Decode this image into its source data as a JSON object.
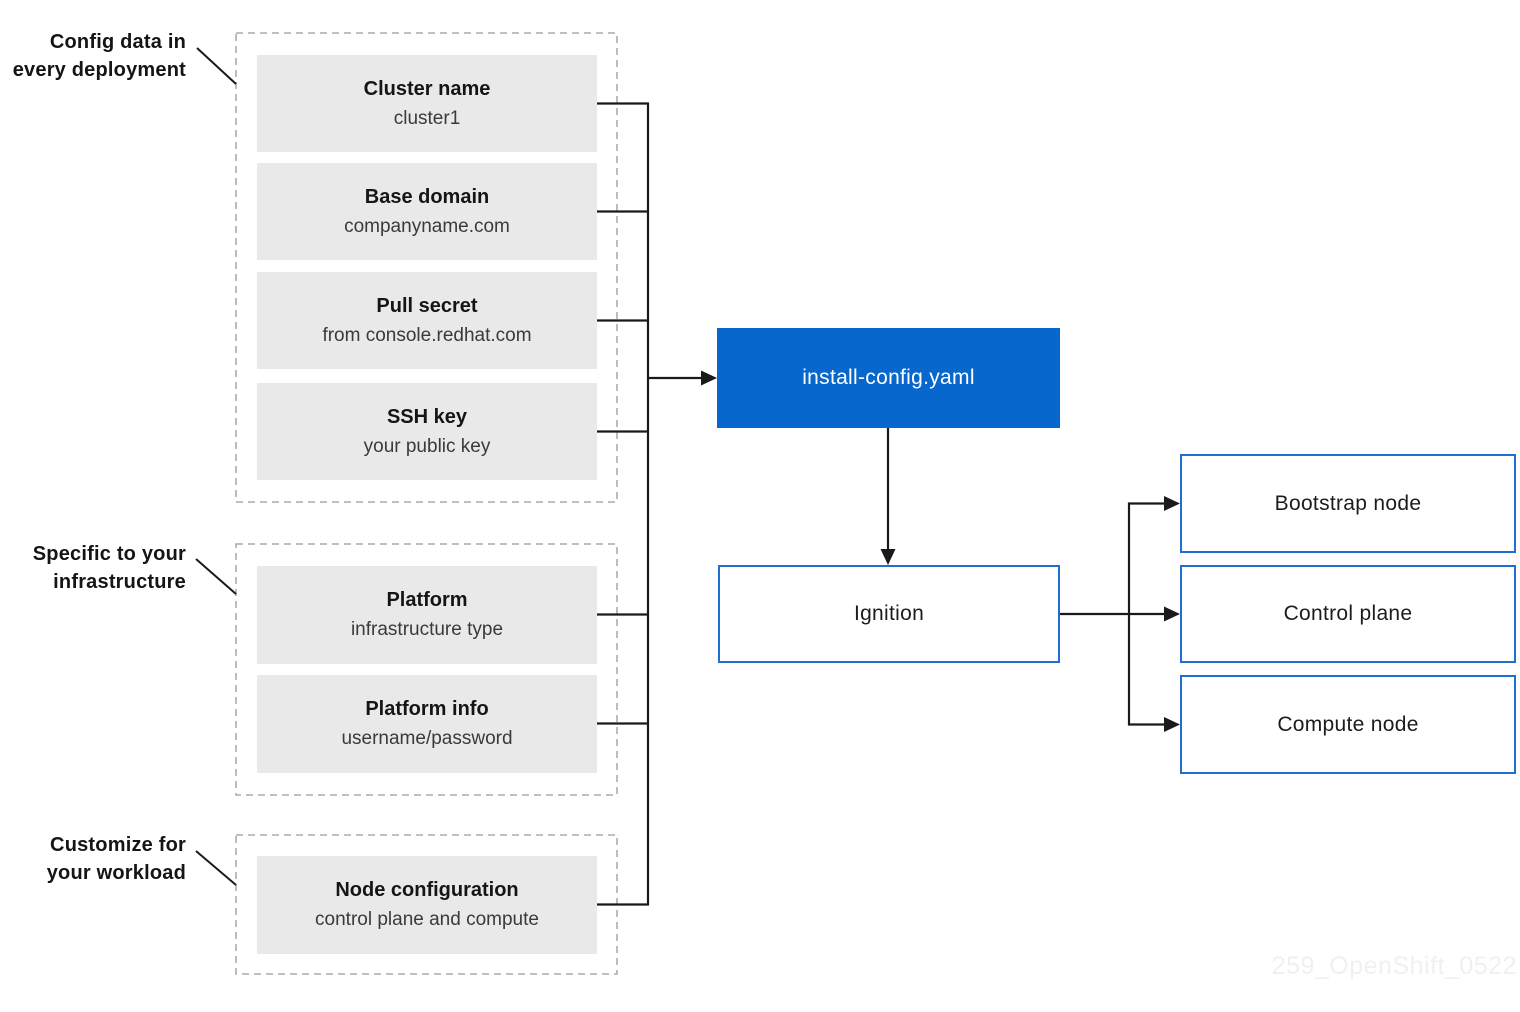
{
  "colors": {
    "accent_blue": "#0767cc",
    "node_border_blue": "#1f6fd1",
    "line_color": "#1a1a1a",
    "gray_fill": "#e9e9e9",
    "dash_color": "#ababab",
    "watermark_color": "#eff1f1"
  },
  "groups": [
    {
      "label_line1": "Config data in",
      "label_line2": "every deployment",
      "items": [
        {
          "title": "Cluster name",
          "subtitle": "cluster1"
        },
        {
          "title": "Base domain",
          "subtitle": "companyname.com"
        },
        {
          "title": "Pull secret",
          "subtitle": "from console.redhat.com"
        },
        {
          "title": "SSH key",
          "subtitle": "your public key"
        }
      ]
    },
    {
      "label_line1": "Specific to your",
      "label_line2": "infrastructure",
      "items": [
        {
          "title": "Platform",
          "subtitle": "infrastructure type"
        },
        {
          "title": "Platform info",
          "subtitle": "username/password"
        }
      ]
    },
    {
      "label_line1": "Customize for",
      "label_line2": "your workload",
      "items": [
        {
          "title": "Node configuration",
          "subtitle": "control plane and compute"
        }
      ]
    }
  ],
  "center": {
    "config_file": "install-config.yaml",
    "ignition": "Ignition"
  },
  "nodes": [
    {
      "label": "Bootstrap node"
    },
    {
      "label": "Control plane"
    },
    {
      "label": "Compute node"
    }
  ],
  "watermark": "259_OpenShift_0522"
}
